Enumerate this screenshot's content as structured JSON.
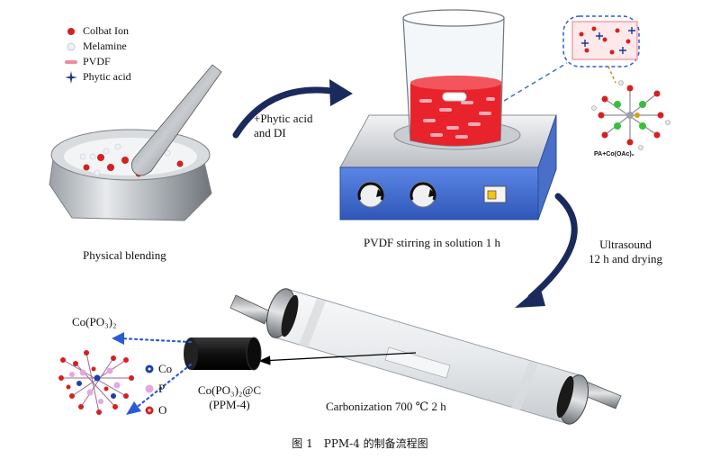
{
  "legend": {
    "cobalt": "Colbat Ion",
    "melamine": "Melamine",
    "pvdf": "PVDF",
    "phytic": "Phytic acid"
  },
  "steps": {
    "physical_blending": "Physical blending",
    "add_reagents_line1": "+Phytic acid",
    "add_reagents_line2": "and DI",
    "stirring": "PVDF stirring in solution 1 h",
    "ultrasound_line1": "Ultrasound",
    "ultrasound_line2": "12 h and drying",
    "carbonization": "Carbonization 700 ℃ 2 h"
  },
  "molecule_label": "PA+Co(OAc)₂",
  "product": {
    "name": "Co(PO₃)₂@C",
    "code": "(PPM-4)",
    "structure_label": "Co(PO₃)₂"
  },
  "atoms": {
    "co": "Co",
    "p": "P",
    "o": "O"
  },
  "caption": "图 1　PPM-4 的制备流程图",
  "colors": {
    "cobalt": "#d62020",
    "pvdf": "#f08ca0",
    "phytic": "#1a3a8c",
    "solution": "#e8232b",
    "hotplate": "#3f6fd8",
    "arrow": "#1b2a5c"
  }
}
